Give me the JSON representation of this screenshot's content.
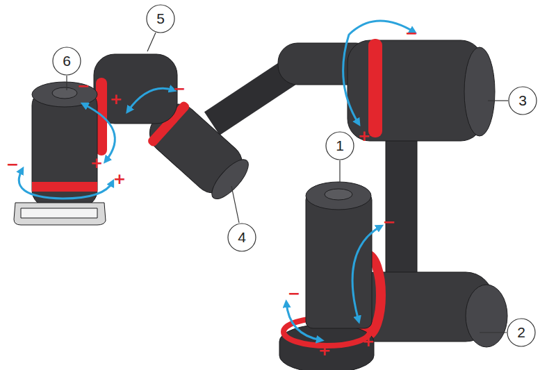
{
  "diagram": {
    "nodes": [
      {
        "text": [
          "1"
        ]
      },
      {
        "text": [
          "2"
        ]
      },
      {
        "text": [
          "3"
        ]
      },
      {
        "text": [
          "4"
        ]
      },
      {
        "text": [
          "5"
        ]
      },
      {
        "text": [
          "6"
        ]
      }
    ],
    "labels": [
      "−",
      "+",
      "−",
      "+",
      "+",
      "−",
      "−",
      "+",
      "−",
      "+",
      "−",
      "+"
    ]
  }
}
